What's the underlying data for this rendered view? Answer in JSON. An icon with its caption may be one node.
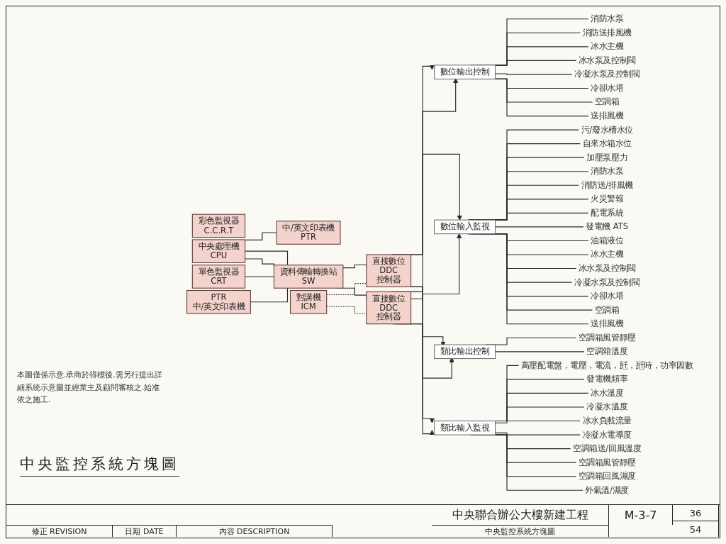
{
  "diagram": {
    "title": "中央監控系統方塊圖",
    "nodes": [
      {
        "text": [
          "彩色監視器",
          "C.C.R.T"
        ]
      },
      {
        "text": [
          "中央處理機",
          "CPU"
        ]
      },
      {
        "text": [
          "中/英文印表機",
          "PTR"
        ]
      },
      {
        "text": [
          "單色監視器",
          "CRT"
        ]
      },
      {
        "text": [
          "PTR",
          "中/英文印表機"
        ]
      },
      {
        "text": [
          "資料傳輸轉換站",
          "SW"
        ]
      },
      {
        "text": [
          "對講機",
          "ICM"
        ]
      },
      {
        "text": [
          "直接數位",
          "DDC",
          "控制器"
        ]
      },
      {
        "text": [
          "直接數位",
          "DDC",
          "控制器"
        ]
      },
      {
        "text": [
          "數位輸出控制"
        ]
      },
      {
        "text": [
          "消防水泵"
        ]
      },
      {
        "text": [
          "消防送排風機"
        ]
      },
      {
        "text": [
          "冰水主機"
        ]
      },
      {
        "text": [
          "冰水泵及控制閥"
        ]
      },
      {
        "text": [
          "冷凝水泵及控制閥"
        ]
      },
      {
        "text": [
          "冷卻水塔"
        ]
      },
      {
        "text": [
          "空調箱"
        ]
      },
      {
        "text": [
          "送排風機"
        ]
      },
      {
        "text": [
          "數位輸入監視"
        ]
      },
      {
        "text": [
          "污/廢水槽水位"
        ]
      },
      {
        "text": [
          "自來水箱水位"
        ]
      },
      {
        "text": [
          "加壓泵壓力"
        ]
      },
      {
        "text": [
          "消防水泵"
        ]
      },
      {
        "text": [
          "消防送/排風機"
        ]
      },
      {
        "text": [
          "火災警報"
        ]
      },
      {
        "text": [
          "配電系統"
        ]
      },
      {
        "text": [
          "發電機 ATS"
        ]
      },
      {
        "text": [
          "油箱液位"
        ]
      },
      {
        "text": [
          "冰水主機"
        ]
      },
      {
        "text": [
          "冰水泵及控制閥"
        ]
      },
      {
        "text": [
          "冷凝水泵及控制閥"
        ]
      },
      {
        "text": [
          "冷卻水塔"
        ]
      },
      {
        "text": [
          "空調箱"
        ]
      },
      {
        "text": [
          "送排風機"
        ]
      },
      {
        "text": [
          "類比輸出控制"
        ]
      },
      {
        "text": [
          "空調箱風管靜壓"
        ]
      },
      {
        "text": [
          "空調箱溫度"
        ]
      },
      {
        "text": [
          "類比輸入監視"
        ]
      },
      {
        "text": [
          "高壓配電盤，電壓，電流，瓩，瓩時，功率因數"
        ]
      },
      {
        "text": [
          "發電機頻率"
        ]
      },
      {
        "text": [
          "冰水溫度"
        ]
      },
      {
        "text": [
          "冷凝水溫度"
        ]
      },
      {
        "text": [
          "冰水負載流量"
        ]
      },
      {
        "text": [
          "冷凝水電導度"
        ]
      },
      {
        "text": [
          "空調箱送/回風溫度"
        ]
      },
      {
        "text": [
          "空調箱風管靜壓"
        ]
      },
      {
        "text": [
          "空調箱回風濕度"
        ]
      },
      {
        "text": [
          "外氣溫/濕度"
        ]
      }
    ],
    "edges": [
      {
        "from": 1,
        "to": 2,
        "arrow": "none"
      },
      {
        "from": 1,
        "to": 5,
        "arrow": "none"
      },
      {
        "from": 1,
        "to": 5,
        "arrow": "none"
      },
      {
        "from": 3,
        "to": 5,
        "arrow": "none"
      },
      {
        "from": 4,
        "to": 5,
        "arrow": "none"
      },
      {
        "from": 5,
        "to": 7,
        "arrow": "none"
      },
      {
        "from": 5,
        "to": 8,
        "arrow": "none"
      },
      {
        "from": 6,
        "to": 7,
        "arrow": "none",
        "style": "dashed"
      },
      {
        "from": 6,
        "to": 8,
        "arrow": "none",
        "style": "dashed"
      },
      {
        "from": 7,
        "to": 9,
        "arrow": "to"
      },
      {
        "from": 7,
        "to": 18,
        "arrow": "to"
      },
      {
        "from": 7,
        "to": 34,
        "arrow": "to"
      },
      {
        "from": 7,
        "to": 37,
        "arrow": "to"
      },
      {
        "from": 8,
        "to": 9,
        "arrow": "to"
      },
      {
        "from": 8,
        "to": 18,
        "arrow": "to"
      },
      {
        "from": 8,
        "to": 34,
        "arrow": "to"
      },
      {
        "from": 8,
        "to": 37,
        "arrow": "to"
      },
      {
        "from": 9,
        "to": 10,
        "arrow": "none"
      },
      {
        "from": 9,
        "to": 11,
        "arrow": "none"
      },
      {
        "from": 9,
        "to": 12,
        "arrow": "none"
      },
      {
        "from": 9,
        "to": 13,
        "arrow": "none"
      },
      {
        "from": 9,
        "to": 14,
        "arrow": "none"
      },
      {
        "from": 9,
        "to": 15,
        "arrow": "none"
      },
      {
        "from": 9,
        "to": 16,
        "arrow": "none"
      },
      {
        "from": 9,
        "to": 17,
        "arrow": "none"
      },
      {
        "from": 18,
        "to": 19,
        "arrow": "none"
      },
      {
        "from": 18,
        "to": 20,
        "arrow": "none"
      },
      {
        "from": 18,
        "to": 21,
        "arrow": "none"
      },
      {
        "from": 18,
        "to": 22,
        "arrow": "none"
      },
      {
        "from": 18,
        "to": 23,
        "arrow": "none"
      },
      {
        "from": 18,
        "to": 24,
        "arrow": "none"
      },
      {
        "from": 18,
        "to": 25,
        "arrow": "none"
      },
      {
        "from": 18,
        "to": 26,
        "arrow": "none"
      },
      {
        "from": 18,
        "to": 27,
        "arrow": "none"
      },
      {
        "from": 18,
        "to": 28,
        "arrow": "none"
      },
      {
        "from": 18,
        "to": 29,
        "arrow": "none"
      },
      {
        "from": 18,
        "to": 30,
        "arrow": "none"
      },
      {
        "from": 18,
        "to": 31,
        "arrow": "none"
      },
      {
        "from": 18,
        "to": 32,
        "arrow": "none"
      },
      {
        "from": 18,
        "to": 33,
        "arrow": "none"
      },
      {
        "from": 34,
        "to": 35,
        "arrow": "none"
      },
      {
        "from": 34,
        "to": 36,
        "arrow": "none"
      },
      {
        "from": 37,
        "to": 38,
        "arrow": "none"
      },
      {
        "from": 37,
        "to": 39,
        "arrow": "none"
      },
      {
        "from": 37,
        "to": 40,
        "arrow": "none"
      },
      {
        "from": 37,
        "to": 41,
        "arrow": "none"
      },
      {
        "from": 37,
        "to": 42,
        "arrow": "none"
      },
      {
        "from": 37,
        "to": 43,
        "arrow": "none"
      },
      {
        "from": 37,
        "to": 44,
        "arrow": "none"
      },
      {
        "from": 37,
        "to": 45,
        "arrow": "none"
      },
      {
        "from": 37,
        "to": 46,
        "arrow": "none"
      },
      {
        "from": 37,
        "to": 47,
        "arrow": "none"
      }
    ],
    "labels": [
      "本圖僅係示意.承商於得標後.需另行提出詳細系統示意圖並經業主及顧問審核之.始准依之施工.",
      "修正 REVISION",
      "日期 DATE",
      "內容 DESCRIPTION",
      "中央聯合辦公大樓新建工程",
      "中央監控系統方塊圖",
      "M-3-7",
      "36",
      "54"
    ]
  }
}
